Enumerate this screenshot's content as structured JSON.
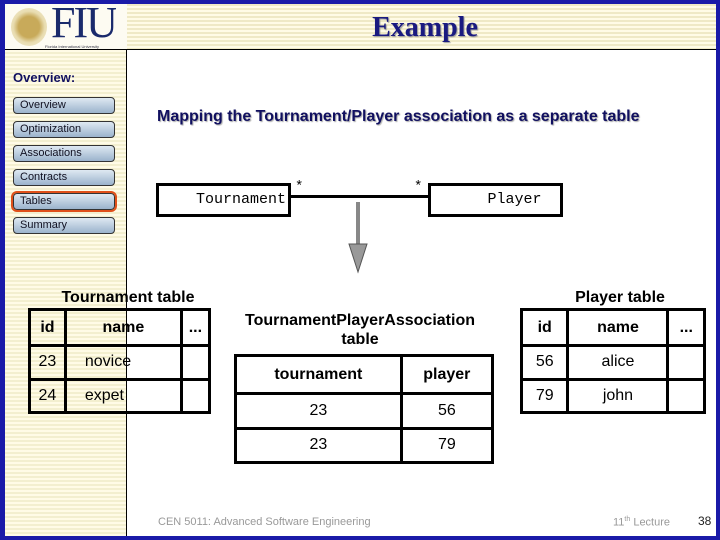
{
  "header": {
    "logo_text": "FIU",
    "logo_subtext": "Florida International University",
    "title": "Example"
  },
  "sidebar": {
    "heading": "Overview:",
    "items": [
      {
        "label": "Overview",
        "active": false
      },
      {
        "label": "Optimization",
        "active": false
      },
      {
        "label": "Associations",
        "active": false
      },
      {
        "label": "Contracts",
        "active": false
      },
      {
        "label": "Tables",
        "active": true
      },
      {
        "label": "Summary",
        "active": false
      }
    ],
    "active_color": "#e0501a"
  },
  "main": {
    "subtitle": "Mapping the Tournament/Player association as a separate table",
    "diagram": {
      "left_class": "Tournament",
      "right_class": "Player",
      "left_mult": "*",
      "right_mult": "*"
    },
    "tournament_table": {
      "title": "Tournament table",
      "headers": [
        "id",
        "name",
        "..."
      ],
      "rows": [
        [
          "23",
          "novice",
          ""
        ],
        [
          "24",
          "expet",
          ""
        ]
      ]
    },
    "association_table": {
      "title_line1": "TournamentPlayerAssociation",
      "title_line2": "table",
      "headers": [
        "tournament",
        "player"
      ],
      "rows": [
        [
          "23",
          "56"
        ],
        [
          "23",
          "79"
        ]
      ]
    },
    "player_table": {
      "title": "Player table",
      "headers": [
        "id",
        "name",
        "..."
      ],
      "rows": [
        [
          "56",
          "alice",
          ""
        ],
        [
          "79",
          "john",
          ""
        ]
      ]
    }
  },
  "footer": {
    "course": "CEN 5011: Advanced Software Engineering",
    "lecture": "11",
    "lecture_sup": "th",
    "lecture_suffix": " Lecture",
    "page": "38"
  }
}
